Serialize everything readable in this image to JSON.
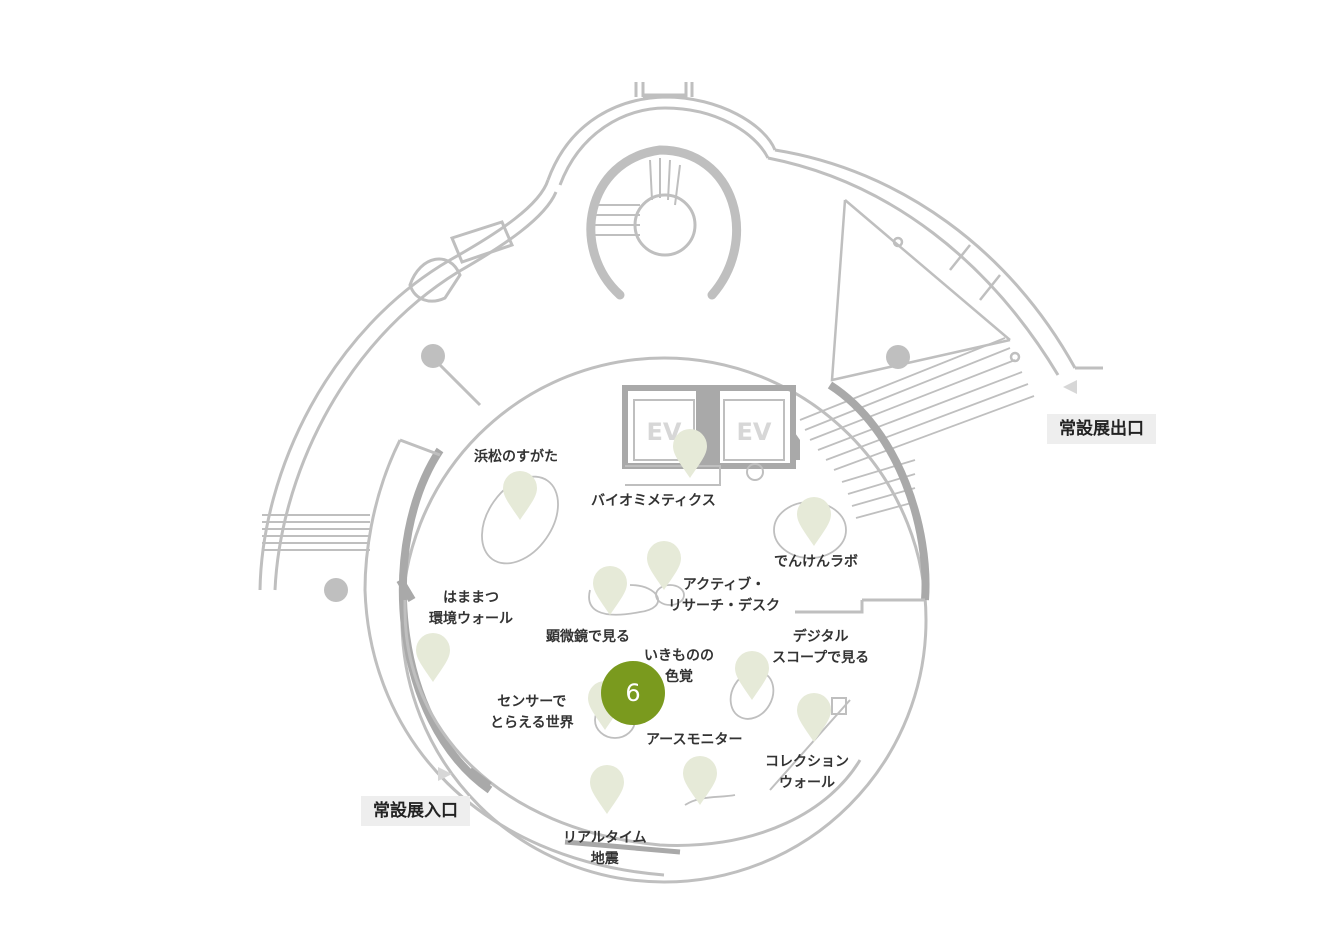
{
  "colors": {
    "background": "#ffffff",
    "wall": "#bfbfbf",
    "wall_dark": "#a9a9a9",
    "pin": "#e6ead8",
    "active_marker": "#7a9a1e",
    "entry_box": "#eeeeee",
    "label_text": "#333333"
  },
  "elevators": [
    {
      "label": "EV"
    },
    {
      "label": "EV"
    }
  ],
  "entrances": {
    "exit": "常設展出口",
    "entrance": "常設展入口"
  },
  "active_marker": {
    "number": "6",
    "icon": "map-marker-icon"
  },
  "exhibits": [
    {
      "id": "hamamatsu-sugata",
      "lines": [
        "浜松のすがた"
      ]
    },
    {
      "id": "biomimetics",
      "lines": [
        "バイオミメティクス"
      ]
    },
    {
      "id": "denken-lab",
      "lines": [
        "でんけんラボ"
      ]
    },
    {
      "id": "active-research-desk",
      "lines": [
        "アクティブ・",
        "リサーチ・デスク"
      ]
    },
    {
      "id": "hamamatsu-wall",
      "lines": [
        "はままつ",
        "環境ウォール"
      ]
    },
    {
      "id": "microscope",
      "lines": [
        "顕微鏡で見る"
      ]
    },
    {
      "id": "ikimono-shikaku",
      "lines": [
        "いきものの",
        "色覚"
      ]
    },
    {
      "id": "digital-scope",
      "lines": [
        "デジタル",
        "スコープで見る"
      ]
    },
    {
      "id": "sensor-world",
      "lines": [
        "センサーで",
        "とらえる世界"
      ]
    },
    {
      "id": "earth-monitor",
      "lines": [
        "アースモニター"
      ]
    },
    {
      "id": "collection-wall",
      "lines": [
        "コレクション",
        "ウォール"
      ]
    },
    {
      "id": "realtime-quake",
      "lines": [
        "リアルタイム",
        "地震"
      ]
    }
  ]
}
